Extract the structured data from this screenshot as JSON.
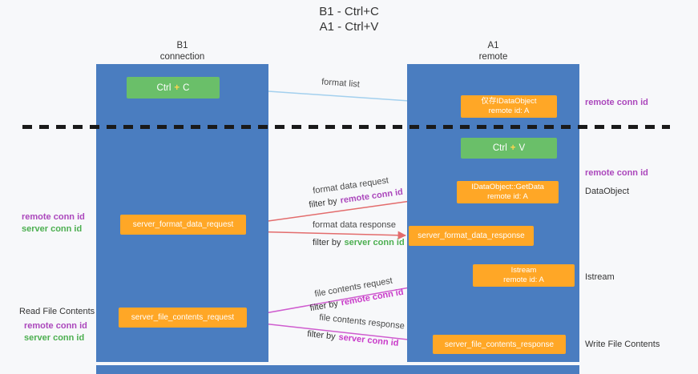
{
  "palette": {
    "lane_blue": "#4a7dc0",
    "box_green": "#6abf69",
    "box_orange": "#ffa726",
    "plus_yellow": "#ffd54f",
    "purple_text": "#ab47bc",
    "green_text": "#4caf50",
    "magenta_text": "#c93ac9",
    "red_arrow": "#e36c6c",
    "blue_arrow": "#a3d0ee",
    "magenta_arrow": "#cf5ccf",
    "black": "#1a1a1a"
  },
  "title": {
    "line1": "B1 - Ctrl+C",
    "line2": "A1 - Ctrl+V"
  },
  "lanes": {
    "left": {
      "name": "B1",
      "subtitle": "connection"
    },
    "right": {
      "name": "A1",
      "subtitle": "remote"
    }
  },
  "nodes": {
    "ctrl_c": {
      "key": "Ctrl",
      "plus": "+",
      "letter": "C"
    },
    "ctrl_v": {
      "key": "Ctrl",
      "plus": "+",
      "letter": "V"
    },
    "stub": {
      "line1": "仅存IDataObject",
      "line2": "remote id: A"
    },
    "getdata": {
      "line1": "IDataObject::GetData",
      "line2": "remote id: A"
    },
    "istream": {
      "line1": "Istream",
      "line2": "remote id: A"
    },
    "format_request": "server_format_data_request",
    "format_response": "server_format_data_response",
    "file_request": "server_file_contents_request",
    "file_response": "server_file_contents_response"
  },
  "arrow_labels": {
    "format_list": "format list",
    "format_data_request": "format data request",
    "format_data_response": "format data response",
    "file_contents_request": "file contents request",
    "file_contents_response": "file contents response",
    "filter_prefix": "filter by",
    "remote_conn_id": "remote conn id",
    "server_conn_id": "server conn id"
  },
  "side_labels": {
    "remote_conn_id": "remote conn id",
    "server_conn_id": "server conn id",
    "dataobject": "DataObject",
    "istream": "Istream",
    "read_file_contents": "Read File Contents",
    "write_file_contents": "Write File Contents"
  }
}
